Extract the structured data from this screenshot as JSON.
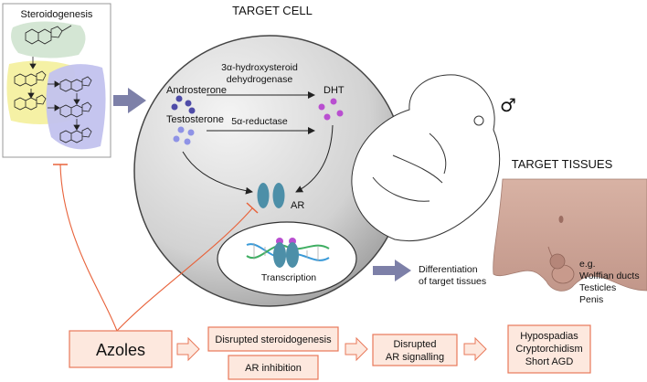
{
  "steroidogenesis": {
    "title": "Steroidogenesis"
  },
  "cell": {
    "title": "TARGET CELL",
    "androsterone": "Androsterone",
    "testosterone": "Testosterone",
    "enzyme_top_line1": "3α-hydroxysteroid",
    "enzyme_top_line2": "dehydrogenase",
    "enzyme_bottom": "5α-reductase",
    "dht": "DHT",
    "ar": "AR",
    "transcription": "Transcription"
  },
  "male_symbol": "♂",
  "differentiation": {
    "line1": "Differentiation",
    "line2": "of target tissues"
  },
  "tissues": {
    "title": "TARGET TISSUES",
    "items": [
      "e.g.",
      "Wolffian ducts",
      "Testicles",
      "Penis"
    ]
  },
  "pathway": {
    "azoles": "Azoles",
    "disrupted_steroidogenesis": "Disrupted steroidogenesis",
    "ar_inhibition": "AR inhibition",
    "disrupted_ar_line1": "Disrupted",
    "disrupted_ar_line2": "AR signalling",
    "outcomes": [
      "Hypospadias",
      "Cryptorchidism",
      "Short AGD"
    ]
  },
  "colors": {
    "orange_border": "#e8795a",
    "orange_fill": "#fde8de",
    "arrow_purple": "#7d80a8",
    "androsterone_dots": "#4f4ca8",
    "testosterone_dots": "#8f93e6",
    "dht_dots": "#b94fd0",
    "ar_receptor": "#4d8fa8",
    "inhibit_line": "#e8623a"
  }
}
